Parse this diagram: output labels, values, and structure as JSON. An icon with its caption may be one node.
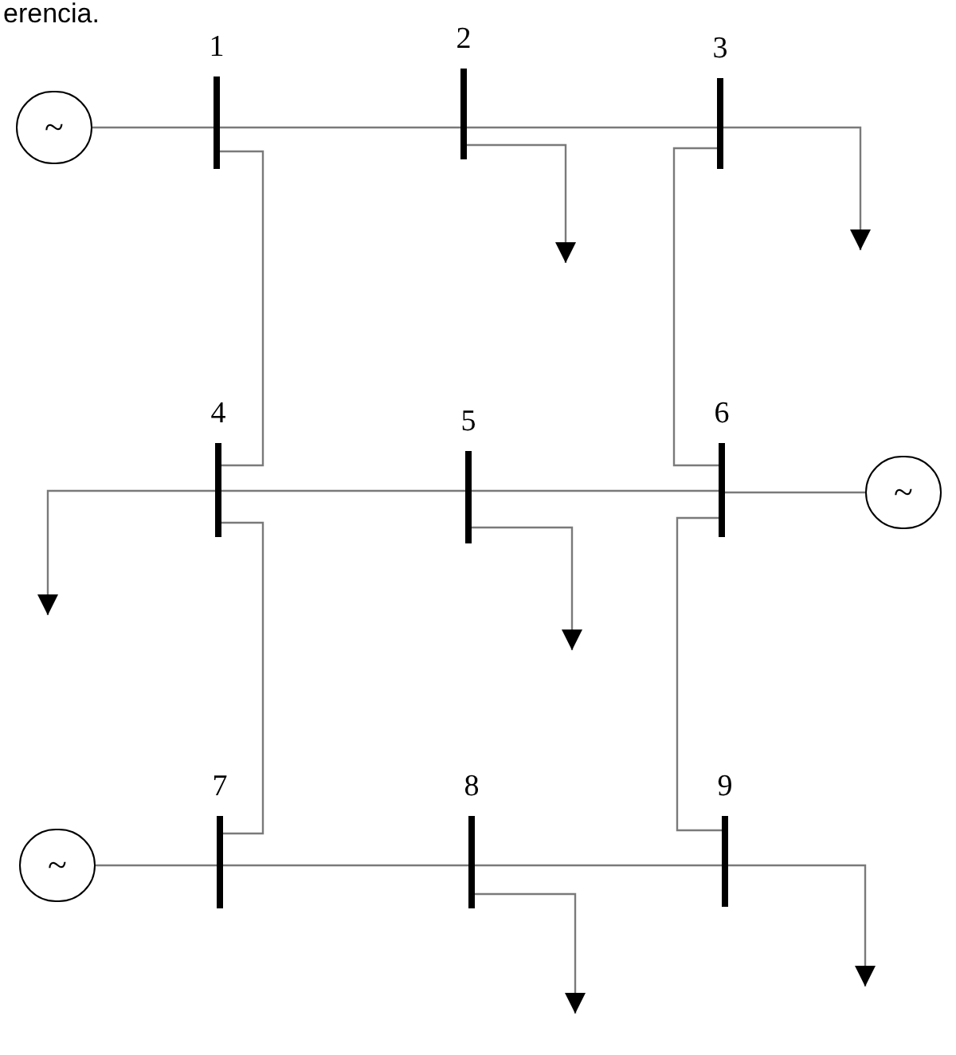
{
  "diagram": {
    "nodes": [
      {
        "text": [
          "~"
        ]
      },
      {
        "text": [
          "1"
        ]
      },
      {
        "text": [
          "2"
        ]
      },
      {
        "text": [
          "3"
        ]
      },
      {
        "text": [
          "4"
        ]
      },
      {
        "text": [
          "5"
        ]
      },
      {
        "text": [
          "6"
        ]
      },
      {
        "text": [
          "~"
        ]
      },
      {
        "text": [
          "~"
        ]
      },
      {
        "text": [
          "7"
        ]
      },
      {
        "text": [
          "8"
        ]
      },
      {
        "text": [
          "9"
        ]
      }
    ],
    "edges": [
      {
        "from": 0,
        "to": 1,
        "arrow": "none"
      },
      {
        "from": 1,
        "to": 2,
        "arrow": "none"
      },
      {
        "from": 2,
        "to": 3,
        "arrow": "none"
      },
      {
        "from": 2,
        "to": null,
        "arrow": "to"
      },
      {
        "from": 3,
        "to": null,
        "arrow": "to"
      },
      {
        "from": 1,
        "to": 4,
        "arrow": "none"
      },
      {
        "from": 3,
        "to": 6,
        "arrow": "none"
      },
      {
        "from": 4,
        "to": null,
        "arrow": "to"
      },
      {
        "from": 4,
        "to": 5,
        "arrow": "none"
      },
      {
        "from": 5,
        "to": 6,
        "arrow": "none"
      },
      {
        "from": 6,
        "to": 7,
        "arrow": "none"
      },
      {
        "from": 5,
        "to": null,
        "arrow": "to"
      },
      {
        "from": 4,
        "to": 9,
        "arrow": "none"
      },
      {
        "from": 6,
        "to": 11,
        "arrow": "none"
      },
      {
        "from": 8,
        "to": 9,
        "arrow": "none"
      },
      {
        "from": 9,
        "to": 10,
        "arrow": "none"
      },
      {
        "from": 10,
        "to": 11,
        "arrow": "none"
      },
      {
        "from": 10,
        "to": null,
        "arrow": "to"
      },
      {
        "from": 11,
        "to": null,
        "arrow": "to"
      }
    ],
    "labels": [
      "erencia."
    ]
  }
}
